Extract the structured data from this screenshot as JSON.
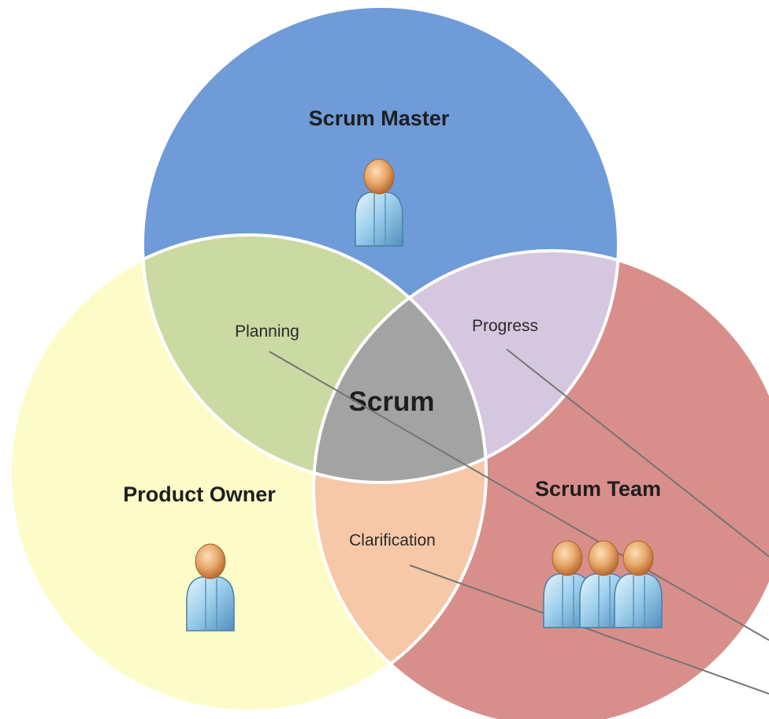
{
  "diagram": {
    "roles": {
      "scrum_master": "Scrum Master",
      "product_owner": "Product Owner",
      "scrum_team": "Scrum Team"
    },
    "overlaps": {
      "planning": "Planning",
      "progress": "Progress",
      "clarification": "Clarification"
    },
    "center": "Scrum",
    "icons": {
      "scrum_master": "person-icon",
      "product_owner": "person-icon",
      "scrum_team": "people-group-icon"
    },
    "colors": {
      "scrum_master": "#6f9bd8",
      "product_owner": "#fdfcc8",
      "scrum_team": "#d88f8b",
      "planning": "#cbd9a2",
      "progress": "#d6c7e0",
      "clarification": "#f6c8a8",
      "center": "#a3a3a3",
      "outline": "#ffffff",
      "pointer_lines": "#757575"
    }
  }
}
